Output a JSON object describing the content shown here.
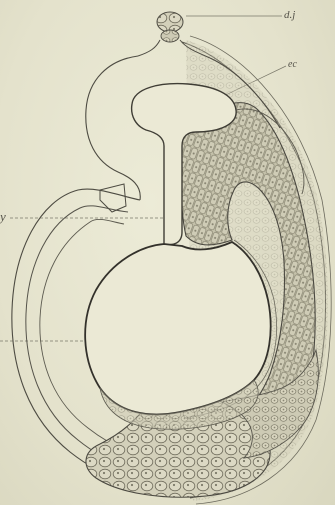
{
  "figure": {
    "labels": {
      "dj": "d.j",
      "ec": "ec",
      "y": "y"
    },
    "colors": {
      "paper": "#e6e4cf",
      "ink": "#4a4840",
      "cell_fill": "#c9c6b0",
      "cell_shade": "#a9a690"
    },
    "icons": [
      "embryo-section-drawing"
    ]
  }
}
